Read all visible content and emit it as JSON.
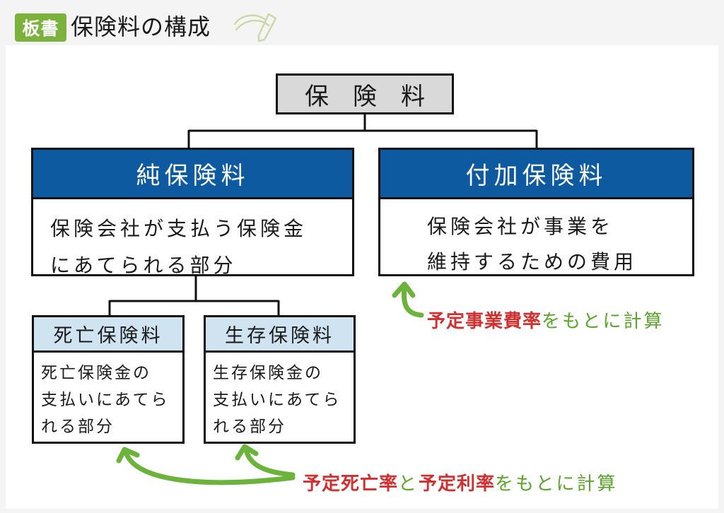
{
  "header": {
    "badge": "板書",
    "title": "保険料の構成"
  },
  "diagram": {
    "root": "保険料",
    "pure": {
      "title": "純保険料",
      "line1": "保険会社が支払う保険金",
      "line2": "にあてられる部分"
    },
    "loading": {
      "title": "付加保険料",
      "line1": "保険会社が事業を",
      "line2": "維持するための費用"
    },
    "death": {
      "title": "死亡保険料",
      "line1": "死亡保険金の",
      "line2": "支払いにあてら",
      "line3": "れる部分"
    },
    "survival": {
      "title": "生存保険料",
      "line1": "生存保険金の",
      "line2": "支払いにあてら",
      "line3": "れる部分"
    }
  },
  "notes": {
    "loading_note": {
      "term": "予定事業費率",
      "rest": "をもとに計算"
    },
    "pure_note": {
      "term1": "予定死亡率",
      "joiner": "と",
      "term2": "予定利率",
      "rest": "をもとに計算"
    }
  },
  "colors": {
    "accent_green": "#7ab23c",
    "header_blue": "#0d5aa0",
    "sub_blue": "#cfe3f1",
    "note_red": "#d32f2f"
  }
}
